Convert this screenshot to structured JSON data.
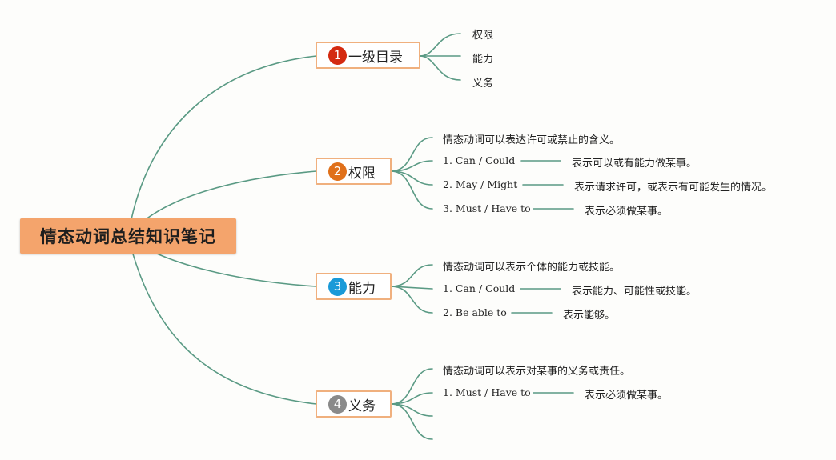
{
  "root": {
    "title": "情态动词总结知识笔记"
  },
  "colors": {
    "line": "#5a9a84",
    "topic_border": "#f0b07e",
    "root_fill": "#f4a46c"
  },
  "topics": [
    {
      "number": "1",
      "label": "一级目录",
      "badge_color": "#d42a10",
      "children": [
        "权限",
        "能力",
        "义务"
      ]
    },
    {
      "number": "2",
      "label": "权限",
      "badge_color": "#e0701a",
      "children": [
        "情态动词可以表达许可或禁止的含义。",
        "1. Can / Could",
        "2. May / Might",
        "3. Must / Have to"
      ],
      "notes": [
        "表示可以或有能力做某事。",
        "表示请求许可，或表示有可能发生的情况。",
        "表示必须做某事。"
      ]
    },
    {
      "number": "3",
      "label": "能力",
      "badge_color": "#1a9ad8",
      "children": [
        "情态动词可以表示个体的能力或技能。",
        "1. Can / Could",
        "2. Be able to"
      ],
      "notes": [
        "表示能力、可能性或技能。",
        "表示能够。"
      ]
    },
    {
      "number": "4",
      "label": "义务",
      "badge_color": "#8a8a8a",
      "children": [
        "情态动词可以表示对某事的义务或责任。",
        "1. Must / Have to",
        "",
        ""
      ],
      "notes": [
        "表示必须做某事。"
      ]
    }
  ]
}
